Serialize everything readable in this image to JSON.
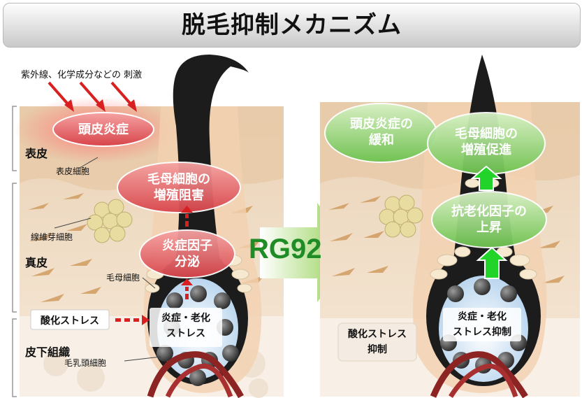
{
  "title": "脱毛抑制メカニズム",
  "left": {
    "stimulus": "紫外線、化学成分などの 刺激",
    "layers": {
      "epidermis": "表皮",
      "dermis": "真皮",
      "subcutis": "皮下組織"
    },
    "cells": {
      "epidermal": "表皮細胞",
      "fibroblast": "線維芽細胞",
      "matrix": "毛母細胞",
      "papilla": "毛乳頭細胞"
    },
    "bubbles": {
      "scalp_inflammation": "頭皮炎症",
      "growth_inhibition": [
        "毛母細胞の",
        "増殖阻害"
      ],
      "cytokine": [
        "炎症因子",
        "分泌"
      ],
      "aging": [
        "炎症・老化",
        "ストレス"
      ]
    },
    "oxidative_stress": "酸化ストレス"
  },
  "center": {
    "label": "RG92"
  },
  "right": {
    "bubbles": {
      "relief": [
        "頭皮炎症の",
        "緩和"
      ],
      "growth_promotion": [
        "毛母細胞の",
        "増殖促進"
      ],
      "anti_aging": [
        "抗老化因子の",
        "上昇"
      ],
      "suppression": [
        "炎症・老化",
        "ストレス抑制"
      ]
    },
    "oxidative_suppression": [
      "酸化ストレス",
      "抑制"
    ]
  },
  "colors": {
    "red": "#e8474c",
    "green": "#3a9a2c",
    "skin": "#efd8bf",
    "hair": "#1c1c1c"
  }
}
